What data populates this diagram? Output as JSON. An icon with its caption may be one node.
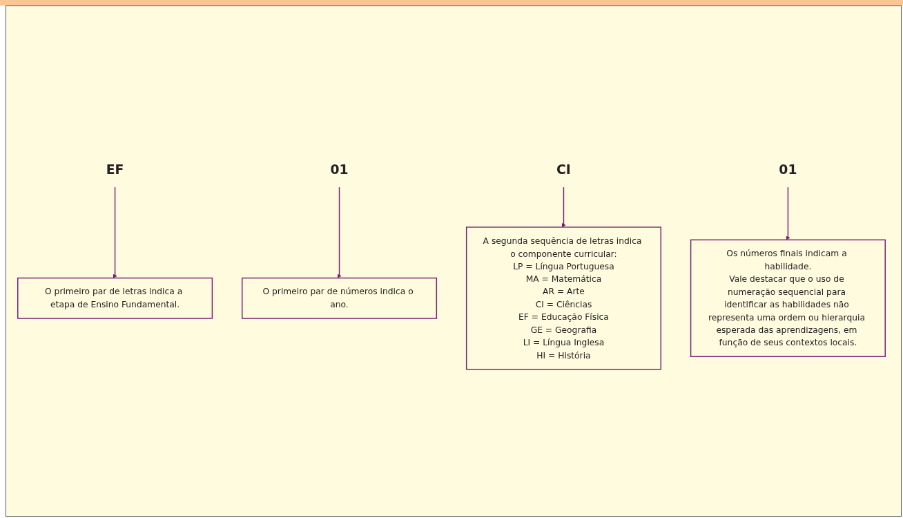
{
  "diagram": {
    "nodes": [
      {
        "text": [
          "EF"
        ]
      },
      {
        "text": [
          "01"
        ]
      },
      {
        "text": [
          "CI"
        ]
      },
      {
        "text": [
          "01"
        ]
      },
      {
        "text": [
          "O primeiro par de letras indica a etapa de Ensino Fundamental."
        ]
      },
      {
        "text": [
          "Os números finais indicam a habilidade.",
          "Vale destacar que o uso de numeração sequencial para identificar as habilidades não representa uma ordem ou hierarquia esperada das aprendizagens, em função de seus contextos locais."
        ]
      },
      {
        "text": [
          "O primeiro par de números indica o ano."
        ]
      },
      {
        "text": [
          "A segunda sequência de letras indica o componente curricular:",
          "LP = Língua Portuguesa",
          "MA = Matemática",
          "AR = Arte",
          "CI = Ciências",
          "EF = Educação Física",
          "GE = Geografia",
          "LI = Língua Inglesa",
          "HI = História"
        ]
      }
    ],
    "edges": [
      {
        "from": 0,
        "to": 4,
        "arrow": "to"
      },
      {
        "from": 1,
        "to": 6,
        "arrow": "to"
      },
      {
        "from": 2,
        "to": 7,
        "arrow": "to"
      },
      {
        "from": 3,
        "to": 5,
        "arrow": "to"
      }
    ]
  }
}
